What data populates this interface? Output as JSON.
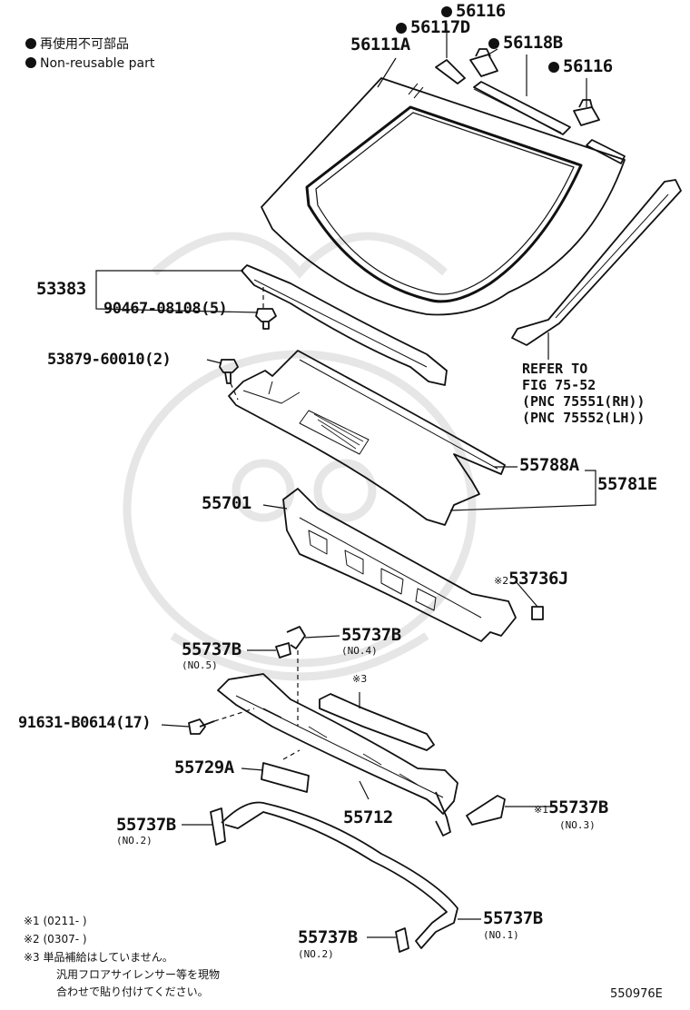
{
  "legend": {
    "ja": "再使用不可部品",
    "en": "Non-reusable part"
  },
  "parts": {
    "p56116_top": "56116",
    "p56117D": "56117D",
    "p56118B": "56118B",
    "p56111A": "56111A",
    "p56116_right": "56116",
    "p53383": "53383",
    "p90467": "90467-08108(5)",
    "p53879": "53879-60010(2)",
    "p55788A": "55788A",
    "p55781E": "55781E",
    "p55701": "55701",
    "p53736J": "53736J",
    "p55737B_no4": "55737B",
    "p55737B_no5": "55737B",
    "p91631": "91631-B0614(17)",
    "p55729A": "55729A",
    "p55712": "55712",
    "p55737B_no3": "55737B",
    "p55737B_no2a": "55737B",
    "p55737B_no1": "55737B",
    "p55737B_no2b": "55737B"
  },
  "subs": {
    "no4": "(NO.4)",
    "no5": "(NO.5)",
    "no3": "(NO.3)",
    "no2a": "(NO.2)",
    "no1": "(NO.1)",
    "no2b": "(NO.2)"
  },
  "marks": {
    "m2": "※2",
    "m3": "※3",
    "m1": "※1"
  },
  "refer": {
    "l1": "REFER TO",
    "l2": "FIG 75-52",
    "l3": "(PNC 75551(RH))",
    "l4": "(PNC 75552(LH))"
  },
  "notes": {
    "n1": "※1 (0211-    )",
    "n2": "※2 (0307-    )",
    "n3a": "※3  単品補給はしていません。",
    "n3b": "汎用フロアサイレンサー等を現物",
    "n3c": "合わせで貼り付けてください。"
  },
  "figure_id": "550976E"
}
